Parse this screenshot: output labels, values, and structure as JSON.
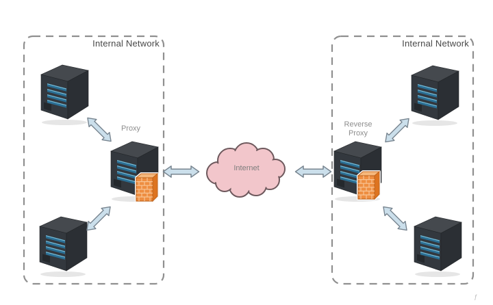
{
  "diagram": {
    "title_hidden": "",
    "left_network": {
      "label": "Internal Network"
    },
    "right_network": {
      "label": "Internal Network"
    },
    "proxy": {
      "label": "Proxy"
    },
    "reverse_proxy": {
      "label_line1": "Reverse",
      "label_line2": "Proxy"
    },
    "internet": {
      "label": "Internet"
    },
    "watermark": "ƒ",
    "icons": [
      "server-icon",
      "proxy-server-icon",
      "reverse-proxy-server-icon",
      "firewall-icon",
      "internet-cloud-icon",
      "bidirectional-arrow-icon"
    ],
    "colors": {
      "background": "#ffffff",
      "boundary_dash": "#8f8f8f",
      "server_front": "#33383e",
      "server_side": "#2b2f34",
      "server_top": "#45494e",
      "drive_bay_blue": "#2a6f95",
      "drive_bay_highlight": "#74bcd9",
      "firewall_orange": "#ee8e41",
      "firewall_mortar": "#f8c494",
      "firewall_side": "#dd7420",
      "arrow_fill": "#cbdfeb",
      "arrow_stroke": "#77848f",
      "cloud_fill": "#f2c6cb",
      "cloud_stroke": "#6d585c",
      "label_gray": "#8d8d8d",
      "network_label_gray": "#474747"
    }
  }
}
